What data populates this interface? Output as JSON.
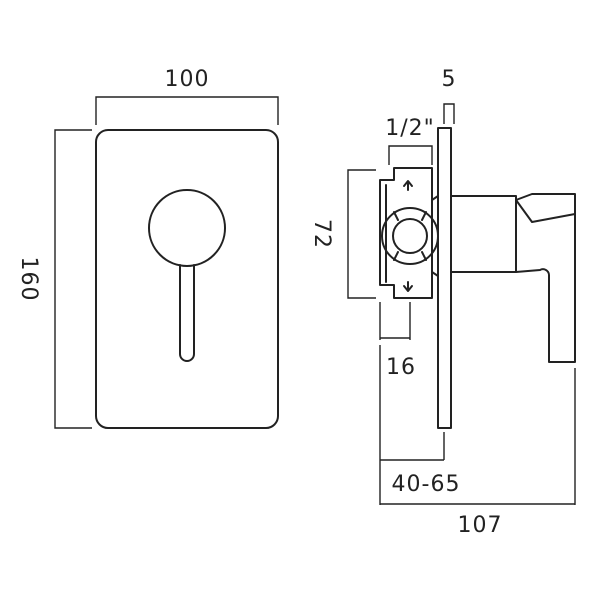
{
  "colors": {
    "line": "#222222",
    "background": "#ffffff"
  },
  "front_view": {
    "width_label": "100",
    "height_label": "160"
  },
  "side_view": {
    "plate_thickness_label": "5",
    "thread_label": "1/2\"",
    "body_height_label": "72",
    "offset_label": "16",
    "install_depth_label": "40-65",
    "total_depth_label": "107"
  }
}
